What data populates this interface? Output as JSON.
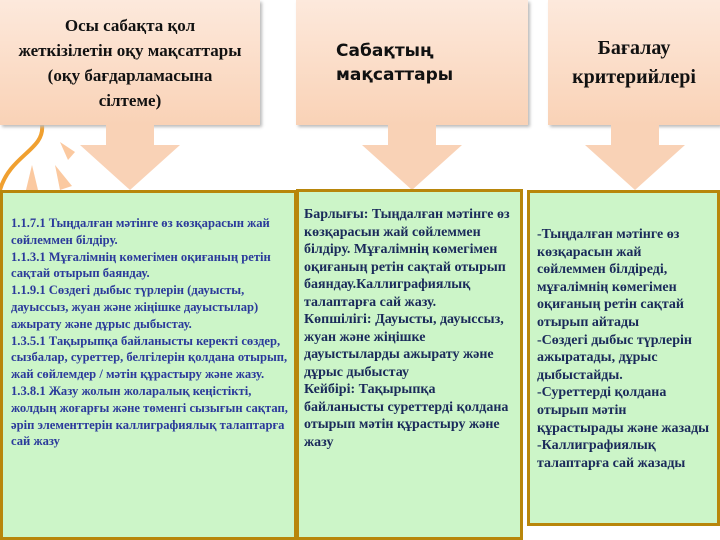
{
  "headers": {
    "objectives_ref": "Осы сабақта қол жеткізілетін оқу мақсаттары (оқу бағдарламасына сілтеме)",
    "lesson_goals": "Сабақтың мақсаттары",
    "criteria": "Бағалау критерийлері"
  },
  "objectives": [
    "1.1.7.1 Тыңдалған мәтінге өз көзқарасын жай сөйлеммен білдіру.",
    "1.1.3.1 Мұғалімнің көмегімен оқиғаның ретін сақтай отырып баяндау.",
    "1.1.9.1 Сөздегі дыбыс түрлерін (дауысты, дауыссыз,  жуан және жіңішке дауыстылар) ажырату және дұрыс дыбыстау.",
    "1.3.5.1 Тақырыпқа байланысты керекті сөздер, сызбалар,  суреттер, белгілерін қолдана отырып, жай сөйлемдер / мәтін құрастыру және жазу.",
    "1.3.8.1 Жазу жолын жоларалық кеңістікті,  жолдың жоғарғы және төменгі сызығын сақтап, әріп элементтерін каллиграфиялық талаптарға сай жазу"
  ],
  "goals": [
    "Барлығы: Тыңдалған мәтінге өз көзқарасын жай сөйлеммен білдіру. Мұғалімнің көмегімен оқиғаның ретін сақтай отырып баяндау.Каллиграфиялық талаптарға сай жазу.",
    "Көпшілігі: Дауысты, дауыссыз,  жуан және жіңішке дауыстыларды ажырату және дұрыс дыбыстау",
    "Кейбірі: Тақырыпқа байланысты суреттерді қолдана отырып мәтін құрастыру және жазу"
  ],
  "criteria": [
    "-Тыңдалған мәтінге өз көзқарасын жай сөйлеммен білдіреді, мұғалімнің көмегімен оқиғаның ретін сақтай отырып айтады",
    "-Сөздегі дыбыс түрлерін ажыратады, дұрыс дыбыстайды.",
    "-Суреттерді қолдана отырып мәтін құрастырады және жазады",
    "-Каллиграфиялық талаптарға сай жазады"
  ],
  "colors": {
    "box_bg": "#ccf5c8",
    "border": "#b8860b",
    "header_bg": "#f9d2b6",
    "objective_text": "#2b3a9b",
    "text": "#1a2a5a"
  }
}
